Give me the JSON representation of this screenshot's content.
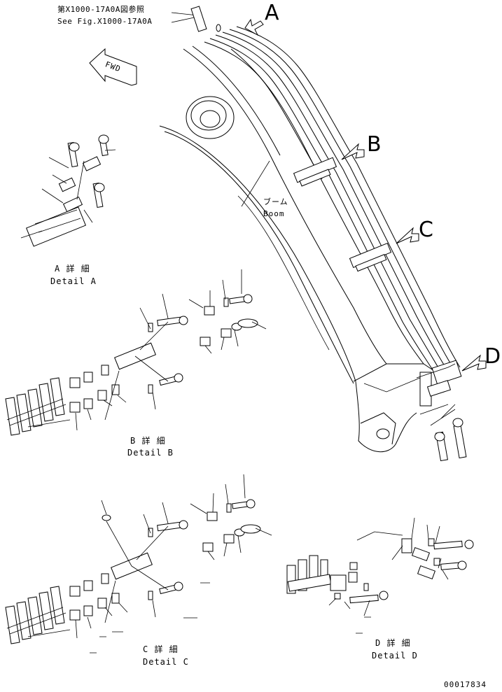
{
  "reference": {
    "line_jp": "第X1000-17A0A図参照",
    "line_en": "See Fig.X1000-17A0A"
  },
  "fwd_label": "FWD",
  "callouts": {
    "a": "A",
    "b": "B",
    "c": "C",
    "d": "D"
  },
  "boom": {
    "label_jp": "ブーム",
    "label_en": "Boom"
  },
  "details": {
    "a": {
      "jp": "A 詳 細",
      "en": "Detail A"
    },
    "b": {
      "jp": "B 詳 細",
      "en": "Detail B"
    },
    "c": {
      "jp": "C 詳 細",
      "en": "Detail C"
    },
    "d": {
      "jp": "D 詳 細",
      "en": "Detail D"
    }
  },
  "drawing_number": "00017834"
}
